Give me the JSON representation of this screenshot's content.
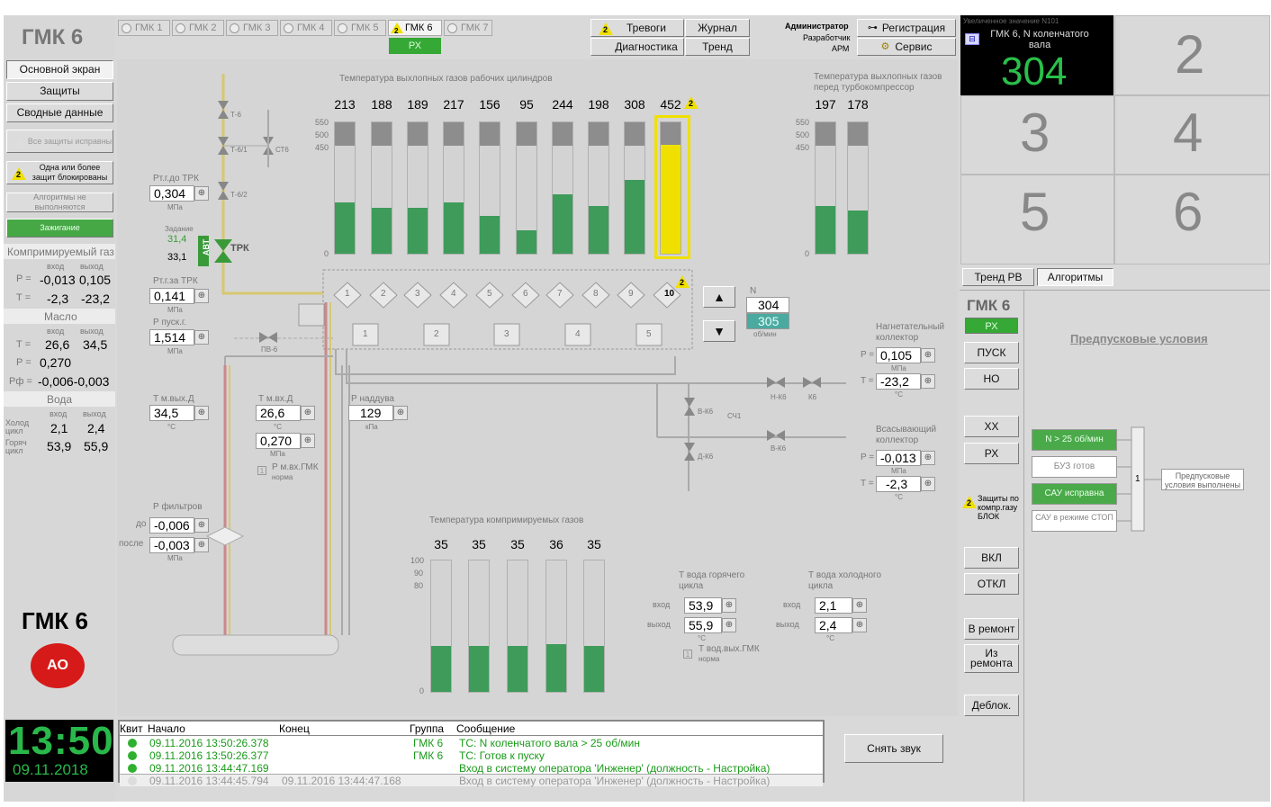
{
  "title": "ГМК 6",
  "tabs": [
    "ГМК 1",
    "ГМК 2",
    "ГМК 3",
    "ГМК 4",
    "ГМК 5",
    "ГМК 6",
    "ГМК 7"
  ],
  "active_mode": "РХ",
  "top_buttons": {
    "alarms": "Тревоги",
    "journal": "Журнал",
    "diagnostics": "Диагностика",
    "trend": "Тренд",
    "registration": "Регистрация",
    "service": "Сервис"
  },
  "user": {
    "role1": "Администратор",
    "role2": "Разработчик",
    "role3": "АРМ"
  },
  "left": {
    "main_screen": "Основной экран",
    "protections": "Защиты",
    "summary": "Сводные данные",
    "all_ok": "Все защиты исправны",
    "one_blocked": "Одна или более защит блокированы",
    "algo_not": "Алгоритмы не выполняются",
    "ignition": "Зажигание",
    "gas_title": "Компримируемый газ",
    "col_in": "вход",
    "col_out": "выход",
    "p_label": "P =",
    "t_label": "T =",
    "gas_p_in": "-0,013",
    "gas_p_out": "0,105",
    "gas_t_in": "-2,3",
    "gas_t_out": "-23,2",
    "oil_title": "Масло",
    "oil_t_in": "26,6",
    "oil_t_out": "34,5",
    "oil_p": "0,270",
    "pf_label": "Pф =",
    "oil_pf": "-0,006-0,003",
    "water_title": "Вода",
    "cold": "Холод цикл",
    "hot": "Горяч цикл",
    "w_cold_in": "2,1",
    "w_cold_out": "2,4",
    "w_hot_in": "53,9",
    "w_hot_out": "55,9",
    "gmk_big": "ГМК 6",
    "ao": "АО",
    "time": "13:50",
    "date": "09.11.2018"
  },
  "exhaust": {
    "title": "Температура выхлопных газов рабочих цилиндров",
    "values": [
      "213",
      "188",
      "189",
      "217",
      "156",
      "95",
      "244",
      "198",
      "308",
      "452"
    ],
    "fills": [
      0.39,
      0.35,
      0.35,
      0.39,
      0.29,
      0.18,
      0.45,
      0.36,
      0.56,
      0.83
    ],
    "scale": [
      "550",
      "500",
      "450",
      "0"
    ],
    "turbo_title": "Температура выхлопных газов перед турбокомпрессор",
    "turbo_values": [
      "197",
      "178"
    ],
    "turbo_fills": [
      0.36,
      0.33
    ]
  },
  "cylinders": [
    "1",
    "2",
    "3",
    "4",
    "5",
    "6",
    "7",
    "8",
    "9",
    "10"
  ],
  "compressors": [
    "1",
    "2",
    "3",
    "4",
    "5"
  ],
  "n": {
    "label": "N",
    "v1": "304",
    "v2": "305",
    "unit": "об/мин"
  },
  "fields": {
    "p_tg_do_trk": {
      "label": "Рт.г.до ТРК",
      "value": "0,304",
      "unit": "МПа"
    },
    "p_tg_za_trk": {
      "label": "Рт.г.за ТРК",
      "value": "0,141",
      "unit": "МПа"
    },
    "p_pusk": {
      "label": "Р пуск.г.",
      "value": "1,514",
      "unit": "МПа"
    },
    "t_m_vyh": {
      "label": "Т м.вых.Д",
      "value": "34,5",
      "unit": "°С"
    },
    "t_m_vh": {
      "label": "Т м.вх.Д",
      "value": "26,6",
      "unit": "°С"
    },
    "p_m_vh": {
      "value": "0,270",
      "unit": "МПа"
    },
    "p_nadd": {
      "label": "Р наддува",
      "value": "129",
      "unit": "кПа"
    },
    "p_filt_label": "Р фильтров",
    "do": "до",
    "posle": "после",
    "p_filt_do": "-0,006",
    "p_filt_posle": "-0,003",
    "p_filt_unit": "МПа",
    "nag_label": "Нагнетательный коллектор",
    "nag_p": "0,105",
    "nag_p_unit": "МПа",
    "nag_t": "-23,2",
    "nag_t_unit": "°С",
    "vs_label": "Всасывающий коллектор",
    "vs_p": "-0,013",
    "vs_p_unit": "МПа",
    "vs_t": "-2,3",
    "vs_t_unit": "°С",
    "p_m_vh_gmk": "Р м.вх.ГМК",
    "norma": "норма",
    "t_vod": "Т вод.вых.ГМК",
    "zadanie": "Задание",
    "z1": "31,4",
    "z2": "33,1",
    "trk": "ТРК",
    "avt": "АВТ"
  },
  "valves": [
    "Т-6",
    "Т-6/1",
    "СТ6",
    "Т-6/2",
    "ПВ-6",
    "Н-К6",
    "К6",
    "В-К6",
    "СЧ1",
    "В-К6",
    "Д-К6"
  ],
  "comp_gas": {
    "title": "Температура компримируемых газов",
    "values": [
      "35",
      "35",
      "35",
      "36",
      "35"
    ],
    "fills": [
      0.35,
      0.35,
      0.35,
      0.36,
      0.35
    ],
    "scale": [
      "100",
      "90",
      "80",
      "0"
    ]
  },
  "water": {
    "hot_title": "Т вода горячего цикла",
    "cold_title": "Т вода холодного цикла",
    "in": "вход",
    "out": "выход",
    "hot_in": "53,9",
    "hot_out": "55,9",
    "cold_in": "2,1",
    "cold_out": "2,4",
    "unit": "°С"
  },
  "right": {
    "zoom_title": "Увеличенное значение N101",
    "zoom_sub": "ГМК 6, N коленчатого вала",
    "zoom_value": "304",
    "grid": [
      "2",
      "3",
      "4",
      "5",
      "6"
    ],
    "tab_trend": "Тренд РВ",
    "tab_algo": "Алгоритмы",
    "gmk": "ГМК 6",
    "mode": "РХ",
    "start": "ПУСК",
    "no": "НО",
    "xx": "ХХ",
    "rx": "РХ",
    "prot_label": "Защиты по компр.газу БЛОК",
    "on": "ВКЛ",
    "off": "ОТКЛ",
    "to_repair": "В ремонт",
    "from_repair": "Из ремонта",
    "deblock": "Деблок.",
    "pre_title": "Предпусковые условия",
    "cond": [
      "N > 25 об/мин",
      "БУЗ готов",
      "САУ исправна",
      "САУ в режиме СТОП"
    ],
    "cond_green": [
      true,
      false,
      true,
      false
    ],
    "result": "Предпусковые условия выполнены",
    "one": "1"
  },
  "log": {
    "headers": [
      "Квит",
      "Начало",
      "Конец",
      "Группа",
      "Сообщение"
    ],
    "rows": [
      [
        "09.11.2016 13:50:26.378",
        "",
        "ГМК 6",
        "ТС: N коленчатого вала > 25 об/мин"
      ],
      [
        "09.11.2016 13:50:26.377",
        "",
        "ГМК 6",
        "ТС: Готов к пуску"
      ],
      [
        "09.11.2016 13:44:47.169",
        "",
        "",
        "Вход в систему оператора 'Инженер' (должность - Настройка)"
      ],
      [
        "09.11.2016 13:44:45.794",
        "09.11.2016 13:44:47.168",
        "",
        "Вход в систему оператора 'Инженер' (должность - Настройка)"
      ]
    ],
    "mute": "Снять звук"
  }
}
